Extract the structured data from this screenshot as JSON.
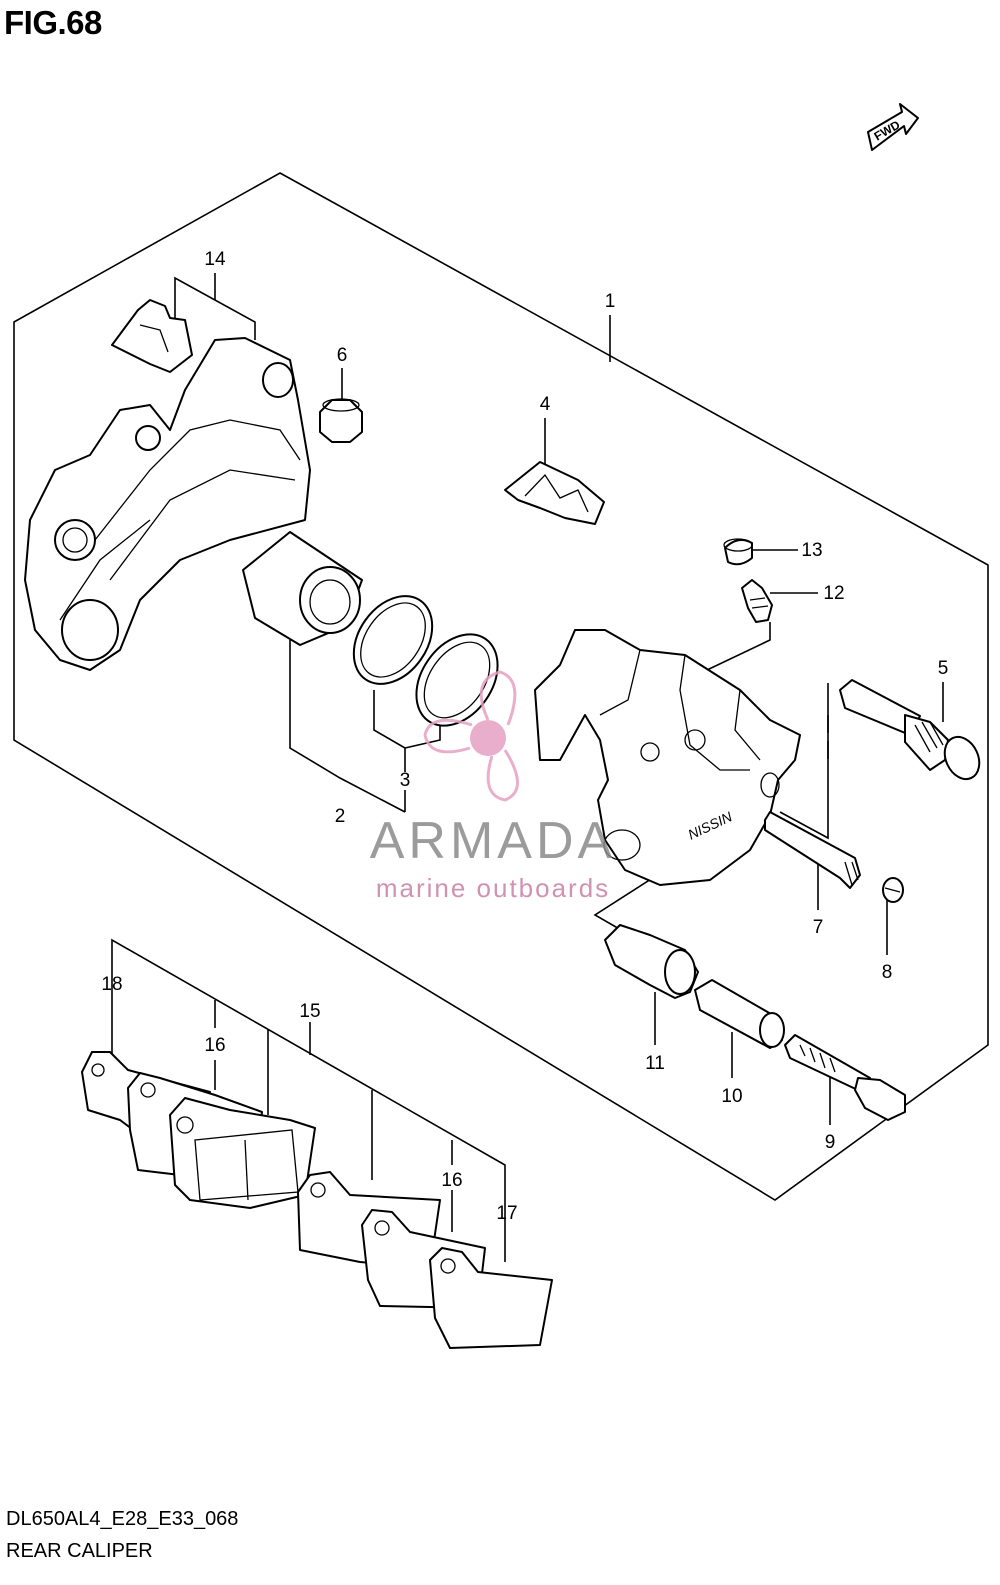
{
  "figure": {
    "title": "FIG.68"
  },
  "fwd_badge": {
    "label": "FWD"
  },
  "parts": [
    {
      "num": "1"
    },
    {
      "num": "2"
    },
    {
      "num": "3"
    },
    {
      "num": "3"
    },
    {
      "num": "4"
    },
    {
      "num": "5"
    },
    {
      "num": "6"
    },
    {
      "num": "7"
    },
    {
      "num": "8"
    },
    {
      "num": "9"
    },
    {
      "num": "10"
    },
    {
      "num": "11"
    },
    {
      "num": "12"
    },
    {
      "num": "13"
    },
    {
      "num": "14"
    },
    {
      "num": "15"
    },
    {
      "num": "16"
    },
    {
      "num": "16"
    },
    {
      "num": "17"
    },
    {
      "num": "18"
    }
  ],
  "caliper_mark": "NISSIN",
  "watermark": {
    "brand": "ARMADA",
    "tagline": "marine outboards",
    "color": "#c97fa5"
  },
  "footer": {
    "code": "DL650AL4_E28_E33_068",
    "name": "REAR CALIPER"
  }
}
